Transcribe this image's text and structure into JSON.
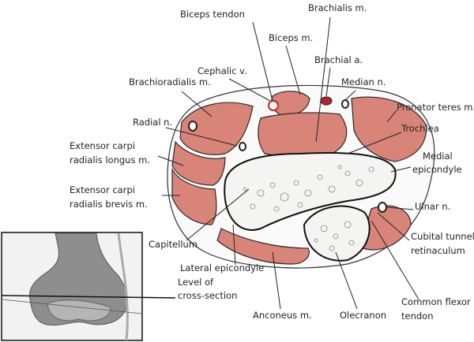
{
  "labels": {
    "biceps_tendon": "Biceps tendon",
    "brachialis": "Brachialis m.",
    "biceps": "Biceps m.",
    "brachial_a": "Brachial a.",
    "median_n": "Median n.",
    "cephalic_v": "Cephalic v.",
    "brachioradialis": "Brachioradialis m.",
    "pronator_teres": "Pronator teres m.",
    "radial_n": "Radial n.",
    "trochlea": "Trochlea",
    "ecrl_1": "Extensor carpi",
    "ecrl_2": "radialis longus m.",
    "medial_epi_1": "Medial",
    "medial_epi_2": "epicondyle",
    "ecrb_1": "Extensor carpi",
    "ecrb_2": "radialis brevis m.",
    "ulnar_n": "Ulnar n.",
    "capitellum": "Capitellum",
    "cubital_1": "Cubital tunnel",
    "cubital_2": "retinaculum",
    "lateral_epi": "Lateral epicondyle",
    "level_1": "Level of",
    "level_2": "cross-section",
    "anconeus": "Anconeus m.",
    "olecranon": "Olecranon",
    "cft_1": "Common flexor",
    "cft_2": "tendon"
  },
  "colors": {
    "muscle": "#d98478",
    "artery": "#b8222c",
    "vein_outline": "#c8202a"
  }
}
